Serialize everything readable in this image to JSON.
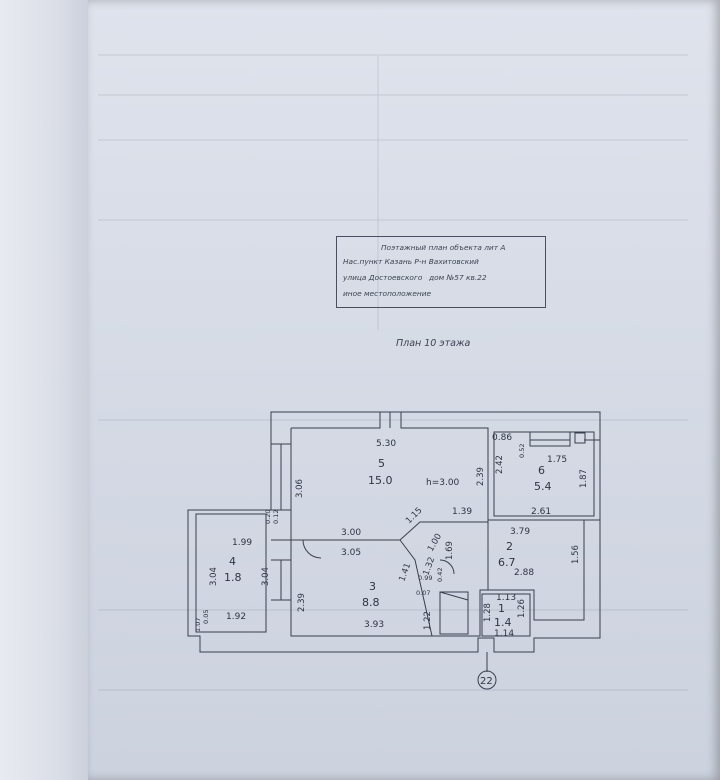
{
  "location_box": {
    "line1": "Поэтажный план объекта лит А",
    "line2": "Нас.пункт Казань Р-н Вахитовский",
    "line3_street": "улица Достоевского",
    "line3_house": "дом №57  кв.22",
    "line4": "иное местоположение"
  },
  "floor_title": "План 10 этажа",
  "axis_label": "22",
  "rooms": [
    {
      "num": "5",
      "area": "15.0"
    },
    {
      "num": "6",
      "area": "5.4"
    },
    {
      "num": "2",
      "area": "6.7"
    },
    {
      "num": "3",
      "area": "8.8"
    },
    {
      "num": "4",
      "area": "1.8"
    },
    {
      "num": "1",
      "area": "1.4"
    }
  ],
  "ceiling_height": "h=3.00",
  "dims": {
    "d530": "5.30",
    "d306": "3.06",
    "d239a": "2.39",
    "d086": "0.86",
    "d052": "0.52",
    "d242": "2.42",
    "d175": "1.75",
    "d187": "1.87",
    "d139": "1.39",
    "d261": "2.61",
    "d115": "1.15",
    "d300": "3.00",
    "d305": "3.05",
    "d379": "3.79",
    "d100": "1.00",
    "d169": "1.69",
    "d156": "1.56",
    "d141": "1.41",
    "d132": "1.32",
    "d288": "2.88",
    "d012": "0.12",
    "d020": "0.20",
    "d199": "1.99",
    "d304a": "3.04",
    "d304b": "3.04",
    "d239b": "2.39",
    "d099": "0.99",
    "d042": "0.42",
    "d007": "0.07",
    "d113": "1.13",
    "d128": "1.28",
    "d126": "1.26",
    "d192": "1.92",
    "d393": "3.93",
    "d122": "1.22",
    "d114": "1.14",
    "d107": "1.07",
    "d005": "0.05"
  }
}
